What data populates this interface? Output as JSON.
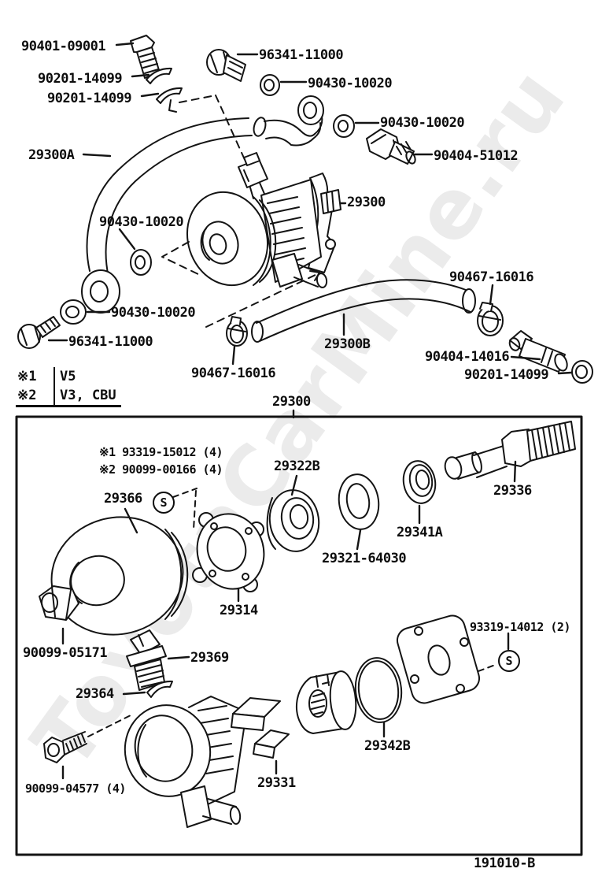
{
  "watermark": {
    "text": "ToyotaCarMine.ru",
    "color": "#ebebeb"
  },
  "diagram": {
    "footer_code": "191010-B",
    "s_marker": "S",
    "legend": {
      "rows": [
        {
          "key": "※1",
          "value": "V5"
        },
        {
          "key": "※2",
          "value": "V3, CBU"
        }
      ]
    },
    "notes": [
      {
        "text": "※1 93319-15012 (4)"
      },
      {
        "text": "※2 90099-00166 (4)"
      }
    ],
    "callouts": {
      "n90401_09001": "90401-09001",
      "n96341_11000_top": "96341-11000",
      "n90201_14099_a": "90201-14099",
      "n90201_14099_b": "90201-14099",
      "n90430_10020_a": "90430-10020",
      "n90430_10020_b": "90430-10020",
      "n90404_51012": "90404-51012",
      "n29300A": "29300A",
      "n29300_pump": "29300",
      "n90430_10020_c": "90430-10020",
      "n90430_10020_d": "90430-10020",
      "n96341_11000_low": "96341-11000",
      "n90467_16016_mid": "90467-16016",
      "n29300B": "29300B",
      "n90467_16016_right": "90467-16016",
      "n90404_14016": "90404-14016",
      "n90201_14099_c": "90201-14099",
      "n29300_box": "29300",
      "n29366": "29366",
      "n29322B": "29322B",
      "n29336": "29336",
      "n29341A": "29341A",
      "n29321_64030": "29321-64030",
      "n29314": "29314",
      "n90099_05171": "90099-05171",
      "n29369": "29369",
      "n29364": "29364",
      "n29331": "29331",
      "n29342B": "29342B",
      "n93319_14012": "93319-14012 (2)",
      "n90099_04577": "90099-04577 (4)"
    }
  }
}
